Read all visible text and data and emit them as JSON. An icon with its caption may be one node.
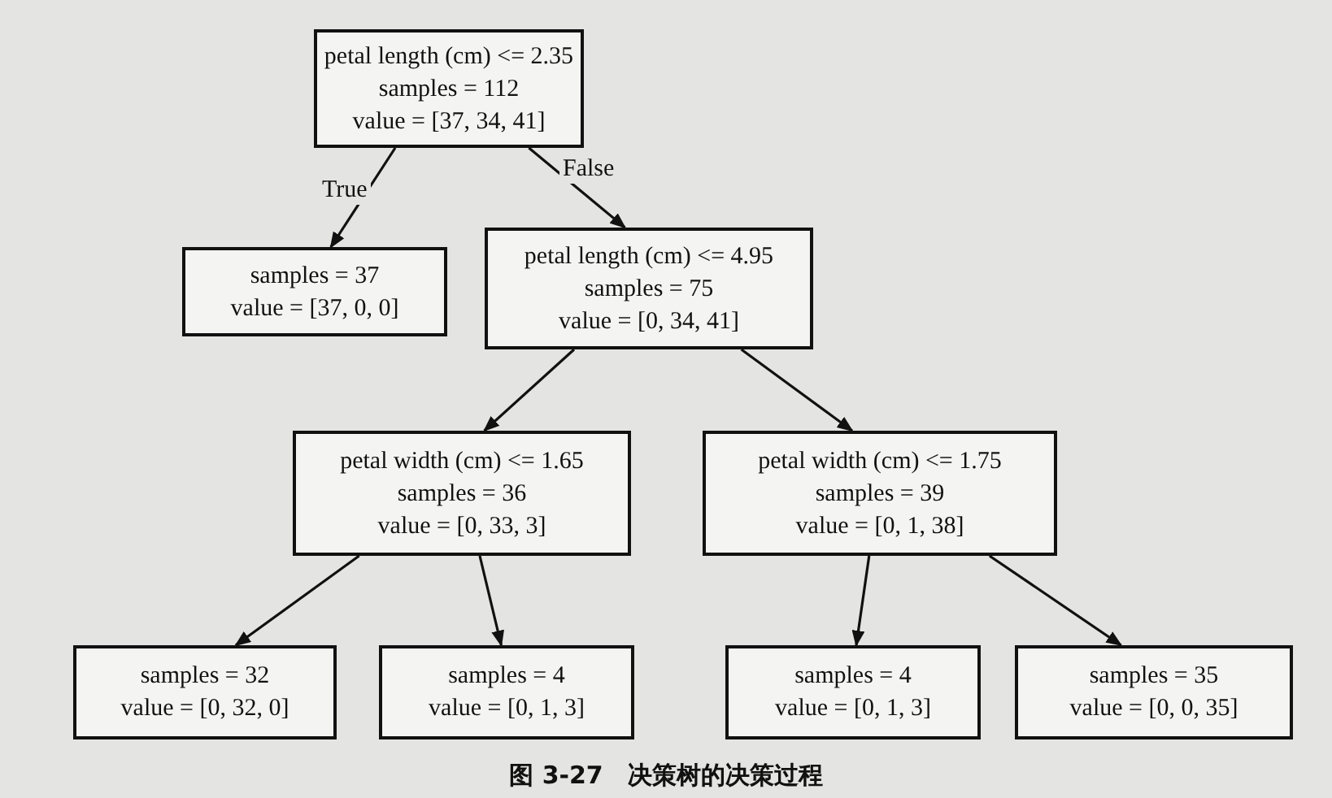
{
  "diagram": {
    "caption": "图 3-27　决策树的决策过程",
    "nodes": [
      {
        "text": [
          "petal length (cm) <= 2.35",
          "samples = 112",
          "value = [37, 34, 41]"
        ]
      },
      {
        "text": [
          "samples = 37",
          "value = [37, 0, 0]"
        ]
      },
      {
        "text": [
          "petal length (cm) <= 4.95",
          "samples = 75",
          "value = [0, 34, 41]"
        ]
      },
      {
        "text": [
          "petal width (cm) <= 1.65",
          "samples = 36",
          "value = [0, 33, 3]"
        ]
      },
      {
        "text": [
          "petal width (cm) <= 1.75",
          "samples = 39",
          "value = [0, 1, 38]"
        ]
      },
      {
        "text": [
          "samples = 32",
          "value = [0, 32, 0]"
        ]
      },
      {
        "text": [
          "samples = 4",
          "value = [0, 1, 3]"
        ]
      },
      {
        "text": [
          "samples = 4",
          "value = [0, 1, 3]"
        ]
      },
      {
        "text": [
          "samples = 35",
          "value = [0, 0, 35]"
        ]
      }
    ],
    "edges": [
      {
        "from": 0,
        "to": 1,
        "arrow": "to",
        "label": "True"
      },
      {
        "from": 0,
        "to": 2,
        "arrow": "to",
        "label": "False"
      },
      {
        "from": 2,
        "to": 3,
        "arrow": "to"
      },
      {
        "from": 2,
        "to": 4,
        "arrow": "to"
      },
      {
        "from": 3,
        "to": 5,
        "arrow": "to"
      },
      {
        "from": 3,
        "to": 6,
        "arrow": "to"
      },
      {
        "from": 4,
        "to": 7,
        "arrow": "to"
      },
      {
        "from": 4,
        "to": 8,
        "arrow": "to"
      }
    ]
  }
}
